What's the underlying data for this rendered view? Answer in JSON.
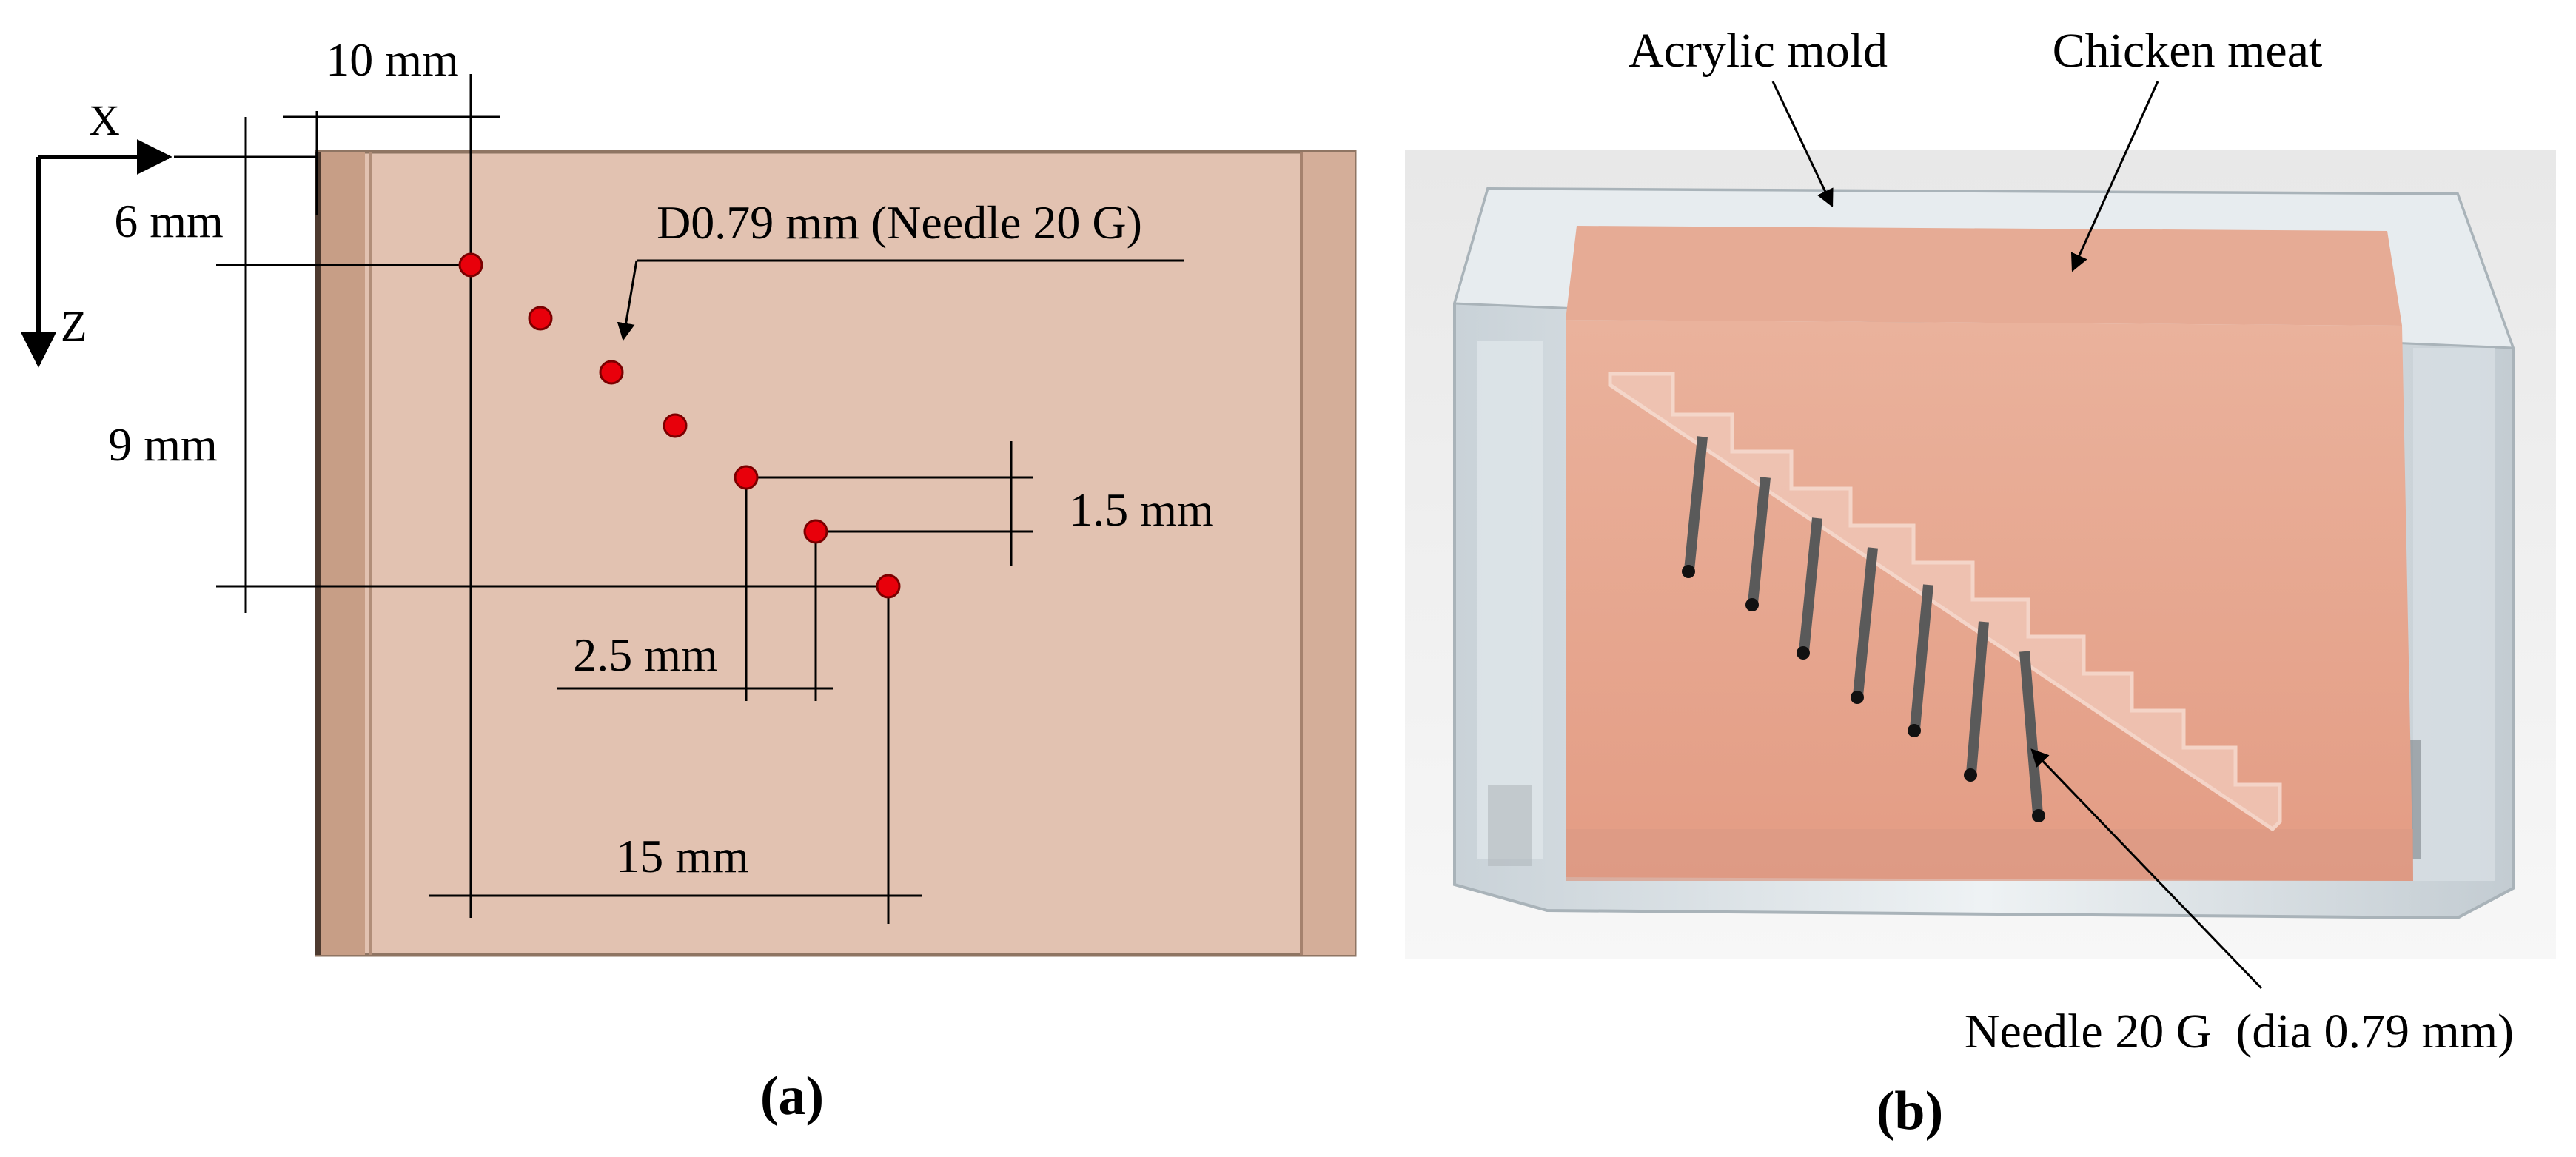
{
  "panel_a": {
    "caption": "(a)",
    "axis_x_label": "X",
    "axis_z_label": "Z",
    "dim_top": "10 mm",
    "dim_left_6": "6 mm",
    "dim_left_9": "9 mm",
    "dim_dz": "1.5 mm",
    "dim_dx": "2.5 mm",
    "dim_bottom": "15 mm",
    "hole_label": "D0.79 mm (Needle 20 G)",
    "hole_count": 7,
    "colors": {
      "block": "#e0bfae",
      "block_edge": "#b89682",
      "hole": "#e8000b"
    }
  },
  "panel_b": {
    "caption": "(b)",
    "label_mold": "Acrylic mold",
    "label_meat": "Chicken meat",
    "label_needle": "Needle 20 G  (dia 0.79 mm)",
    "needle_count": 7,
    "colors": {
      "meat": "#e9a58c",
      "acrylic": "#dfe6ea",
      "background": "#f2f2f2",
      "needle": "#5a5a5a"
    }
  }
}
